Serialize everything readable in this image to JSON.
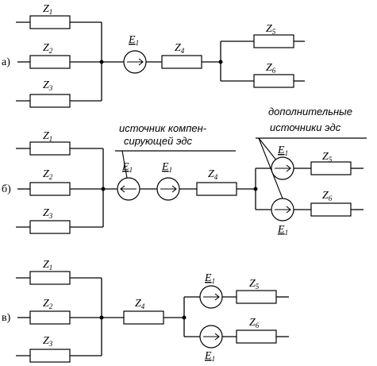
{
  "parts": {
    "a": "а)",
    "b": "б)",
    "v": "в)"
  },
  "labels": {
    "z1": "Z",
    "z1s": "1",
    "z2": "Z",
    "z2s": "2",
    "z3": "Z",
    "z3s": "3",
    "z4": "Z",
    "z4s": "4",
    "z5": "Z",
    "z5s": "5",
    "z6": "Z",
    "z6s": "6",
    "e": "E",
    "es": "1"
  },
  "notes": {
    "compensating_line1": "источник компен-",
    "compensating_line2": "сирующей эдс",
    "additional_line1": "дополнительные",
    "additional_line2": "источники эдс"
  }
}
